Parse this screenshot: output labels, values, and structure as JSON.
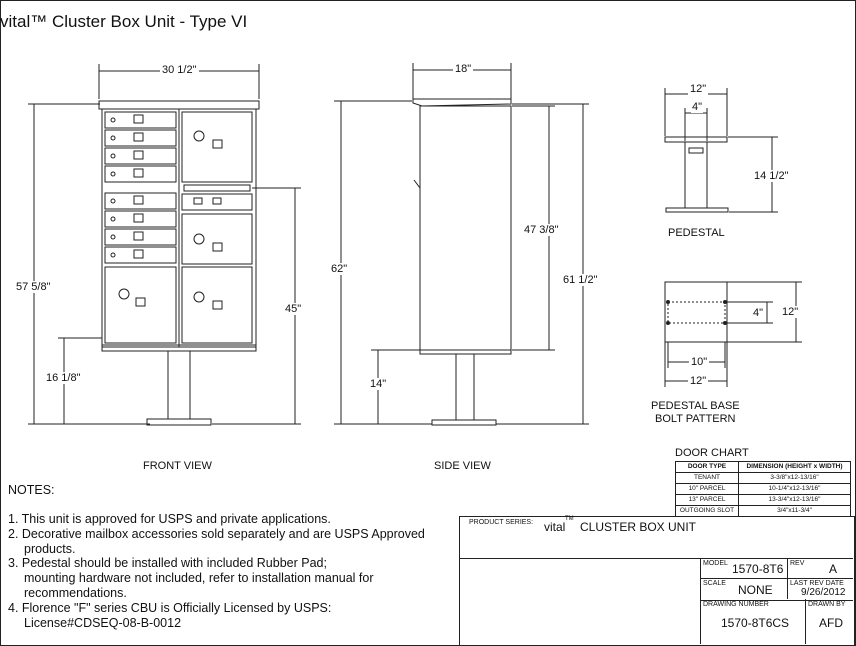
{
  "title": "vital™ Cluster Box Unit - Type VI",
  "front_view": {
    "label": "FRONT VIEW",
    "dim_width": "30 1/2\"",
    "dim_total_height": "57 5/8\"",
    "dim_box_height": "45\"",
    "dim_base_height": "16 1/8\""
  },
  "side_view": {
    "label": "SIDE VIEW",
    "dim_depth": "18\"",
    "dim_total": "62\"",
    "dim_box": "47 3/8\"",
    "dim_right": "61 1/2\"",
    "dim_base": "14\""
  },
  "pedestal": {
    "label": "PEDESTAL",
    "dim_top": "12\"",
    "dim_post": "4\"",
    "dim_height": "14 1/2\""
  },
  "bolt_pattern": {
    "label_line1": "PEDESTAL BASE",
    "label_line2": "BOLT PATTERN",
    "dim_inner_v": "4\"",
    "dim_outer_v": "12\"",
    "dim_inner_h": "10\"",
    "dim_outer_h": "12\""
  },
  "door_chart": {
    "title": "DOOR CHART",
    "headers": [
      "DOOR TYPE",
      "DIMENSION (HEIGHT x WIDTH)"
    ],
    "rows": [
      [
        "TENANT",
        "3-3/8\"x12-13/16\""
      ],
      [
        "10\" PARCEL",
        "10-1/4\"x12-13/16\""
      ],
      [
        "13\" PARCEL",
        "13-3/4\"x12-13/16\""
      ],
      [
        "OUTGOING SLOT",
        "3/4\"x11-3/4\""
      ]
    ]
  },
  "notes": {
    "heading": "NOTES:",
    "items": [
      "1. This unit is approved for USPS and private applications.",
      "2. Decorative mailbox accessories sold separately and are USPS Approved",
      "    products.",
      "3. Pedestal should be installed with included Rubber Pad;",
      "    mounting hardware not included, refer to installation manual for",
      "    recommendations.",
      "4. Florence \"F\" series CBU is Officially Licensed by USPS:",
      "    License#CDSEQ-08-B-0012"
    ]
  },
  "title_block": {
    "product_series_label": "PRODUCT SERIES:",
    "product_series_brand": "vital",
    "product_series_tm": "TM",
    "product_series_name": "CLUSTER BOX UNIT",
    "model_label": "MODEL",
    "model": "1570-8T6",
    "rev_label": "REV",
    "rev": "A",
    "scale_label": "SCALE",
    "scale": "NONE",
    "last_rev_label": "LAST REV DATE",
    "last_rev": "9/26/2012",
    "drawing_number_label": "DRAWING NUMBER",
    "drawing_number": "1570-8T6CS",
    "drawn_by_label": "DRAWN BY",
    "drawn_by": "AFD"
  }
}
